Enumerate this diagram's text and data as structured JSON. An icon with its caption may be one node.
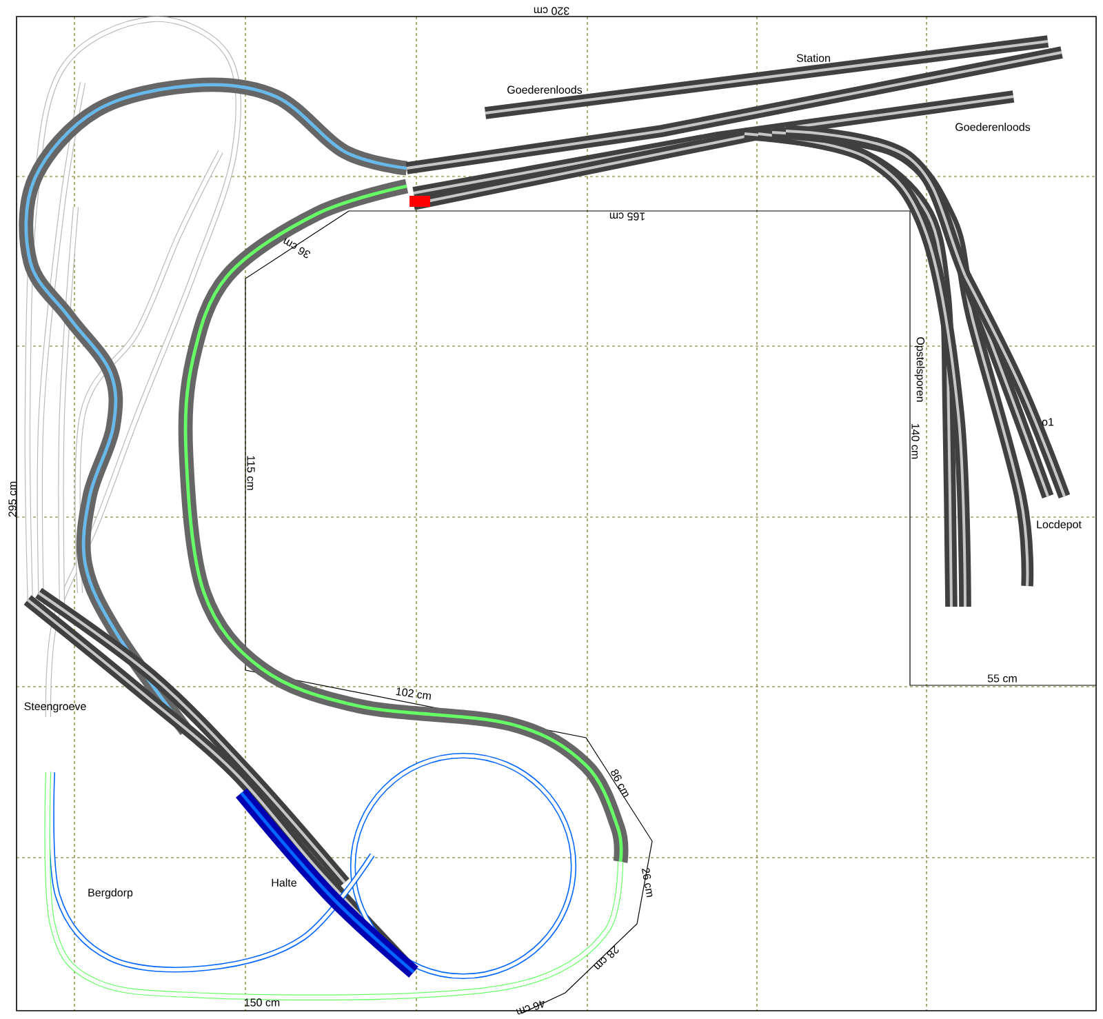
{
  "diagram": {
    "labels": [
      "320 cm",
      "Station",
      "Goederenloods",
      "Goederenloods",
      "165 cm",
      "36 cm",
      "Opstelsporen",
      "o1",
      "140 cm",
      "115 cm",
      "295 cm",
      "Locdepot",
      "55 cm",
      "102 cm",
      "Steengroeve",
      "86 cm",
      "26 cm",
      "Halte",
      "Bergdorp",
      "28 cm",
      "150 cm",
      "46 cm"
    ]
  }
}
